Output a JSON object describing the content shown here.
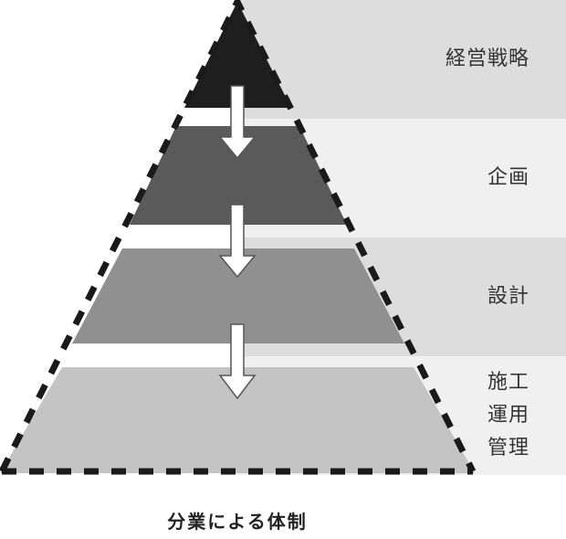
{
  "diagram": {
    "layers": [
      {
        "label": "経営戦略",
        "band_color": "#dddddd",
        "fill_color": "#1e1e1e"
      },
      {
        "label": "企画",
        "band_color": "#f0f0f0",
        "fill_color": "#5a5a5a"
      },
      {
        "label": "設計",
        "band_color": "#dddddd",
        "fill_color": "#909090"
      },
      {
        "label": "施工\n運用\n管理",
        "band_color": "#f0f0f0",
        "fill_color": "#c4c4c4"
      }
    ],
    "caption": "分業による体制",
    "outline_style": "dashed",
    "arrow_count": 3
  }
}
